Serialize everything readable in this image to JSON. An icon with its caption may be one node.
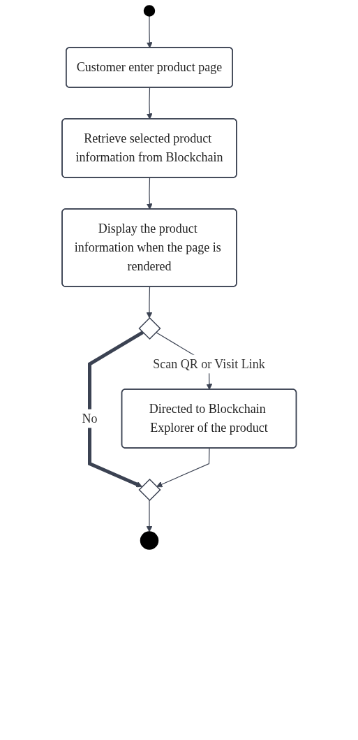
{
  "diagram": {
    "nodes": [
      {
        "text": [],
        "shape": "circle"
      },
      {
        "text": [
          "Customer enter product page"
        ]
      },
      {
        "text": [
          "Retrieve selected product information from Blockchain"
        ]
      },
      {
        "text": [
          "Display the product information when the page is rendered"
        ]
      },
      {
        "text": [],
        "shape": "diamond"
      },
      {
        "text": [
          "Directed to Blockchain Explorer of the product"
        ]
      },
      {
        "text": [],
        "shape": "diamond"
      },
      {
        "text": [],
        "shape": "circle"
      }
    ],
    "edges": [
      {
        "from": 0,
        "to": 1,
        "arrow": "to"
      },
      {
        "from": 1,
        "to": 2,
        "arrow": "to"
      },
      {
        "from": 2,
        "to": 3,
        "arrow": "to"
      },
      {
        "from": 3,
        "to": 4,
        "arrow": "to"
      },
      {
        "from": 4,
        "to": 5,
        "arrow": "to",
        "label": "Scan QR or Visit Link"
      },
      {
        "from": 4,
        "to": 6,
        "arrow": "to",
        "label": "No",
        "style": "thick"
      },
      {
        "from": 5,
        "to": 6,
        "arrow": "to"
      },
      {
        "from": 6,
        "to": 7,
        "arrow": "to"
      }
    ]
  }
}
